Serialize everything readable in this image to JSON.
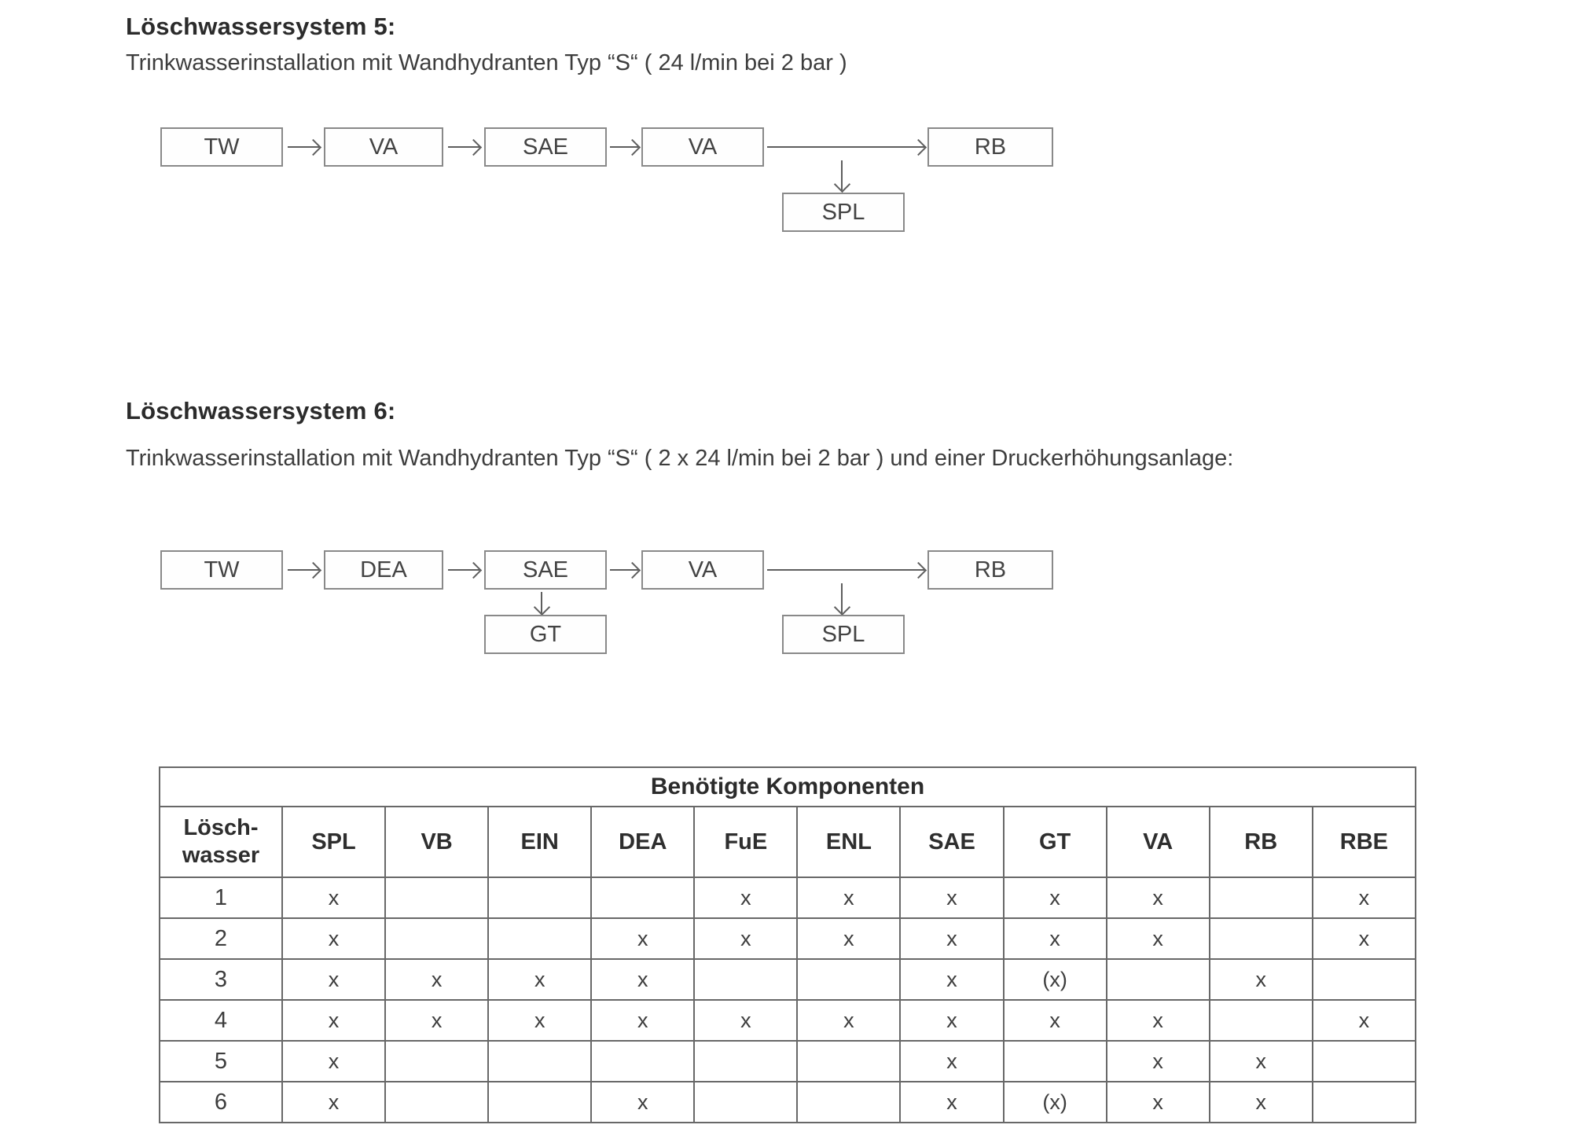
{
  "page": {
    "background": "#ffffff",
    "text_color": "#383838",
    "line_color": "#686868",
    "box_border_color": "#898989"
  },
  "sections": [
    {
      "title": "Löschwassersystem 5:",
      "subtitle": "Trinkwasserinstallation mit Wandhydranten Typ “S“ ( 24 l/min bei 2 bar )",
      "flow_main": [
        "TW",
        "VA",
        "SAE",
        "VA",
        "RB"
      ],
      "branch_spl": "SPL"
    },
    {
      "title": "Löschwassersystem 6:",
      "subtitle": "Trinkwasserinstallation mit Wandhydranten Typ “S“ ( 2 x 24 l/min bei 2 bar ) und einer Druckerhöhungsanlage:",
      "flow_main": [
        "TW",
        "DEA",
        "SAE",
        "VA",
        "RB"
      ],
      "branch_gt": "GT",
      "branch_spl": "SPL"
    }
  ],
  "table": {
    "caption": "Benötigte Komponenten",
    "row_header_label": "Lösch-\nwasser",
    "columns": [
      "SPL",
      "VB",
      "EIN",
      "DEA",
      "FuE",
      "ENL",
      "SAE",
      "GT",
      "VA",
      "RB",
      "RBE"
    ],
    "rows": [
      {
        "name": "1",
        "cells": [
          "x",
          "",
          "",
          "",
          "x",
          "x",
          "x",
          "x",
          "x",
          "",
          "x"
        ]
      },
      {
        "name": "2",
        "cells": [
          "x",
          "",
          "",
          "x",
          "x",
          "x",
          "x",
          "x",
          "x",
          "",
          "x"
        ]
      },
      {
        "name": "3",
        "cells": [
          "x",
          "x",
          "x",
          "x",
          "",
          "",
          "x",
          "(x)",
          "",
          "x",
          ""
        ]
      },
      {
        "name": "4",
        "cells": [
          "x",
          "x",
          "x",
          "x",
          "x",
          "x",
          "x",
          "x",
          "x",
          "",
          "x"
        ]
      },
      {
        "name": "5",
        "cells": [
          "x",
          "",
          "",
          "",
          "",
          "",
          "x",
          "",
          "x",
          "x",
          ""
        ]
      },
      {
        "name": "6",
        "cells": [
          "x",
          "",
          "",
          "x",
          "",
          "",
          "x",
          "(x)",
          "x",
          "x",
          ""
        ]
      }
    ]
  }
}
